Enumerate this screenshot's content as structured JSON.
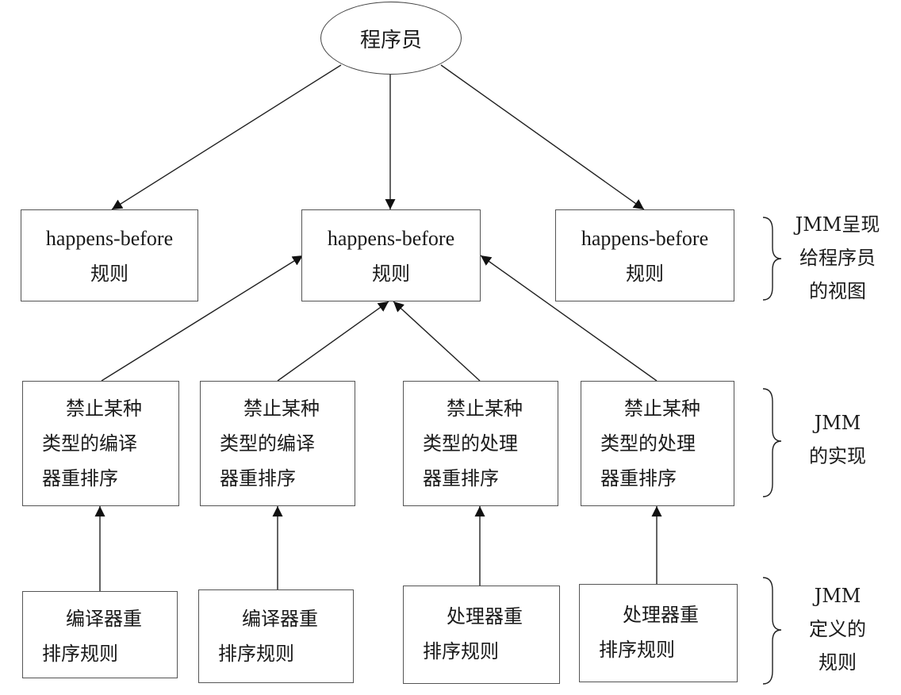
{
  "root": {
    "label": "程序员"
  },
  "view_rules": [
    {
      "line1": "happens-before",
      "line2": "规则"
    },
    {
      "line1": "happens-before",
      "line2": "规则"
    },
    {
      "line1": "happens-before",
      "line2": "规则"
    }
  ],
  "impl_boxes": [
    {
      "line1": "禁止某种",
      "line2": "类型的编译",
      "line3": "器重排序"
    },
    {
      "line1": "禁止某种",
      "line2": "类型的编译",
      "line3": "器重排序"
    },
    {
      "line1": "禁止某种",
      "line2": "类型的处理",
      "line3": "器重排序"
    },
    {
      "line1": "禁止某种",
      "line2": "类型的处理",
      "line3": "器重排序"
    }
  ],
  "rule_boxes": [
    {
      "line1": "编译器重",
      "line2": "排序规则"
    },
    {
      "line1": "编译器重",
      "line2": "排序规则"
    },
    {
      "line1": "处理器重",
      "line2": "排序规则"
    },
    {
      "line1": "处理器重",
      "line2": "排序规则"
    }
  ],
  "side_labels": [
    {
      "line1": "JMM呈现",
      "line2": "给程序员",
      "line3": "的视图"
    },
    {
      "line1": "JMM",
      "line2": "的实现"
    },
    {
      "line1": "JMM",
      "line2": "定义的",
      "line3": "规则"
    }
  ]
}
